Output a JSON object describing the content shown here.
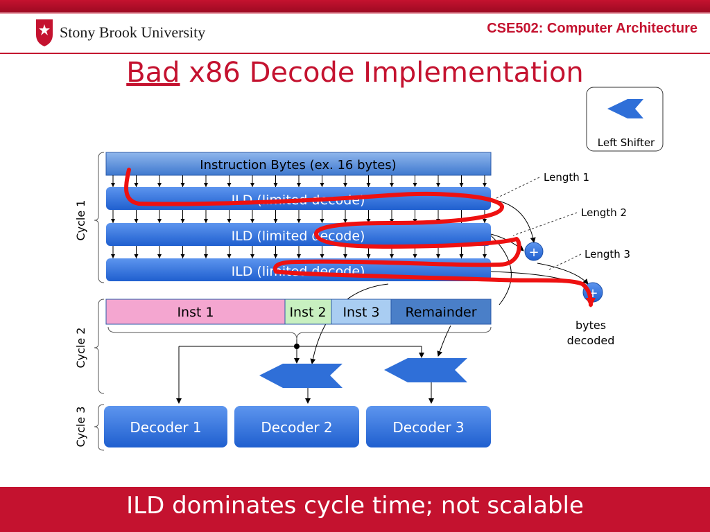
{
  "header": {
    "university_name_1": "Stony Brook",
    "university_name_2": "University",
    "course": "CSE502: Computer Architecture"
  },
  "title": {
    "emphasis": "Bad",
    "rest": " x86 Decode Implementation"
  },
  "legend": {
    "label": "Left Shifter"
  },
  "diagram": {
    "instruction_bytes": "Instruction Bytes (ex. 16 bytes)",
    "ild_1": "ILD (limited decode)",
    "ild_2": "ILD (limited decode)",
    "ild_3": "ILD (limited decode)",
    "length_1": "Length 1",
    "length_2": "Length 2",
    "length_3": "Length 3",
    "plus_1": "+",
    "plus_2": "+",
    "bytes_decoded_1": "bytes",
    "bytes_decoded_2": "decoded",
    "inst_1": "Inst 1",
    "inst_2": "Inst 2",
    "inst_3": "Inst 3",
    "remainder": "Remainder",
    "cycle_1": "Cycle 1",
    "cycle_2": "Cycle 2",
    "cycle_3": "Cycle 3",
    "decoder_1": "Decoder 1",
    "decoder_2": "Decoder 2",
    "decoder_3": "Decoder 3",
    "colors": {
      "accent": "#c4122f",
      "box_blue": "#2f6fd8",
      "inst1_pink": "#f4a6d0",
      "inst2_green": "#c8f0c0",
      "inst3_lightblue": "#a9cdf2",
      "remainder_blue": "#4a7fc8",
      "annotation_red": "#ee1111"
    }
  },
  "footer": {
    "text": "ILD dominates cycle time; not scalable"
  }
}
